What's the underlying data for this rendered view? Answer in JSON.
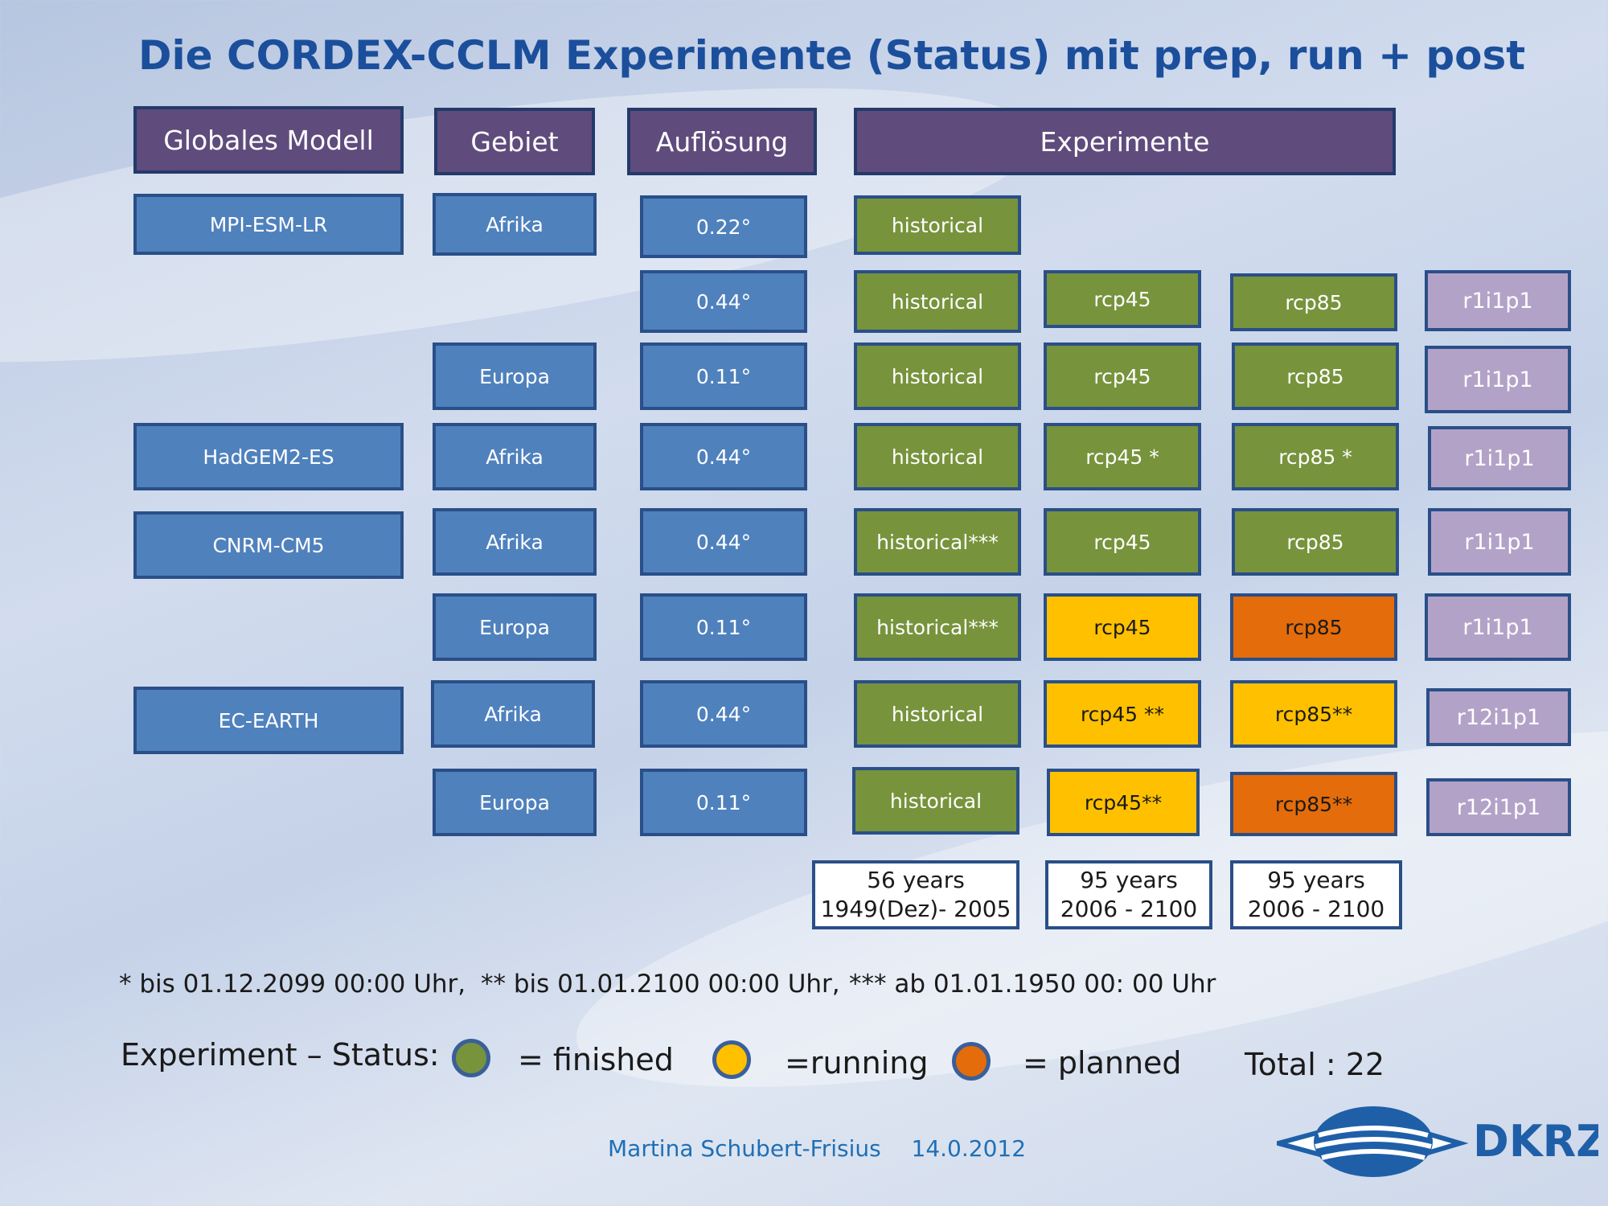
{
  "title": "Die CORDEX-CCLM Experimente (Status) mit prep, run + post",
  "headers": {
    "model": "Globales Modell",
    "region": "Gebiet",
    "resolution": "Auflösung",
    "experiments": "Experimente"
  },
  "models": [
    "MPI-ESM-LR",
    "HadGEM2-ES",
    "CNRM-CM5",
    "EC-EARTH"
  ],
  "regions": [
    "Afrika",
    "Europa",
    "Afrika",
    "Afrika",
    "Europa",
    "Afrika",
    "Europa"
  ],
  "resolutions": [
    "0.22°",
    "0.44°",
    "0.11°",
    "0.44°",
    "0.44°",
    "0.11°",
    "0.44°",
    "0.11°"
  ],
  "historical": [
    "historical",
    "historical",
    "historical",
    "historical",
    "historical***",
    "historical***",
    "historical",
    "historical"
  ],
  "rcp45": [
    "rcp45",
    "rcp45",
    "rcp45 *",
    "rcp45",
    "rcp45",
    "rcp45 **",
    "rcp45**"
  ],
  "rcp85": [
    "rcp85",
    "rcp85",
    "rcp85  *",
    "rcp85",
    "rcp85",
    "rcp85**",
    "rcp85**"
  ],
  "members": [
    "r1i1p1",
    "r1i1p1",
    "r1i1p1",
    "r1i1p1",
    "r1i1p1",
    "r12i1p1",
    "r12i1p1"
  ],
  "periods": [
    {
      "years": "56 years",
      "range": "1949(Dez)- 2005"
    },
    {
      "years": "95 years",
      "range": "2006 - 2100"
    },
    {
      "years": "95 years",
      "range": "2006 - 2100"
    }
  ],
  "footnote": {
    "one": "* bis 01.12.2099  00:00 Uhr,",
    "two": "** bis 01.01.2100 00:00 Uhr,",
    "three": "*** ab 01.01.1950 00: 00 Uhr"
  },
  "legend": {
    "label": "Experiment – Status:",
    "finished": "= finished",
    "running": "=running",
    "planned": "= planned",
    "total": "Total : 22",
    "colors": {
      "finished": "#77933c",
      "running": "#ffc000",
      "planned": "#e46c0a"
    }
  },
  "footer": {
    "author": "Martina Schubert-Frisius",
    "date": "14.0.2012"
  },
  "logo": {
    "text": "DKRZ"
  }
}
